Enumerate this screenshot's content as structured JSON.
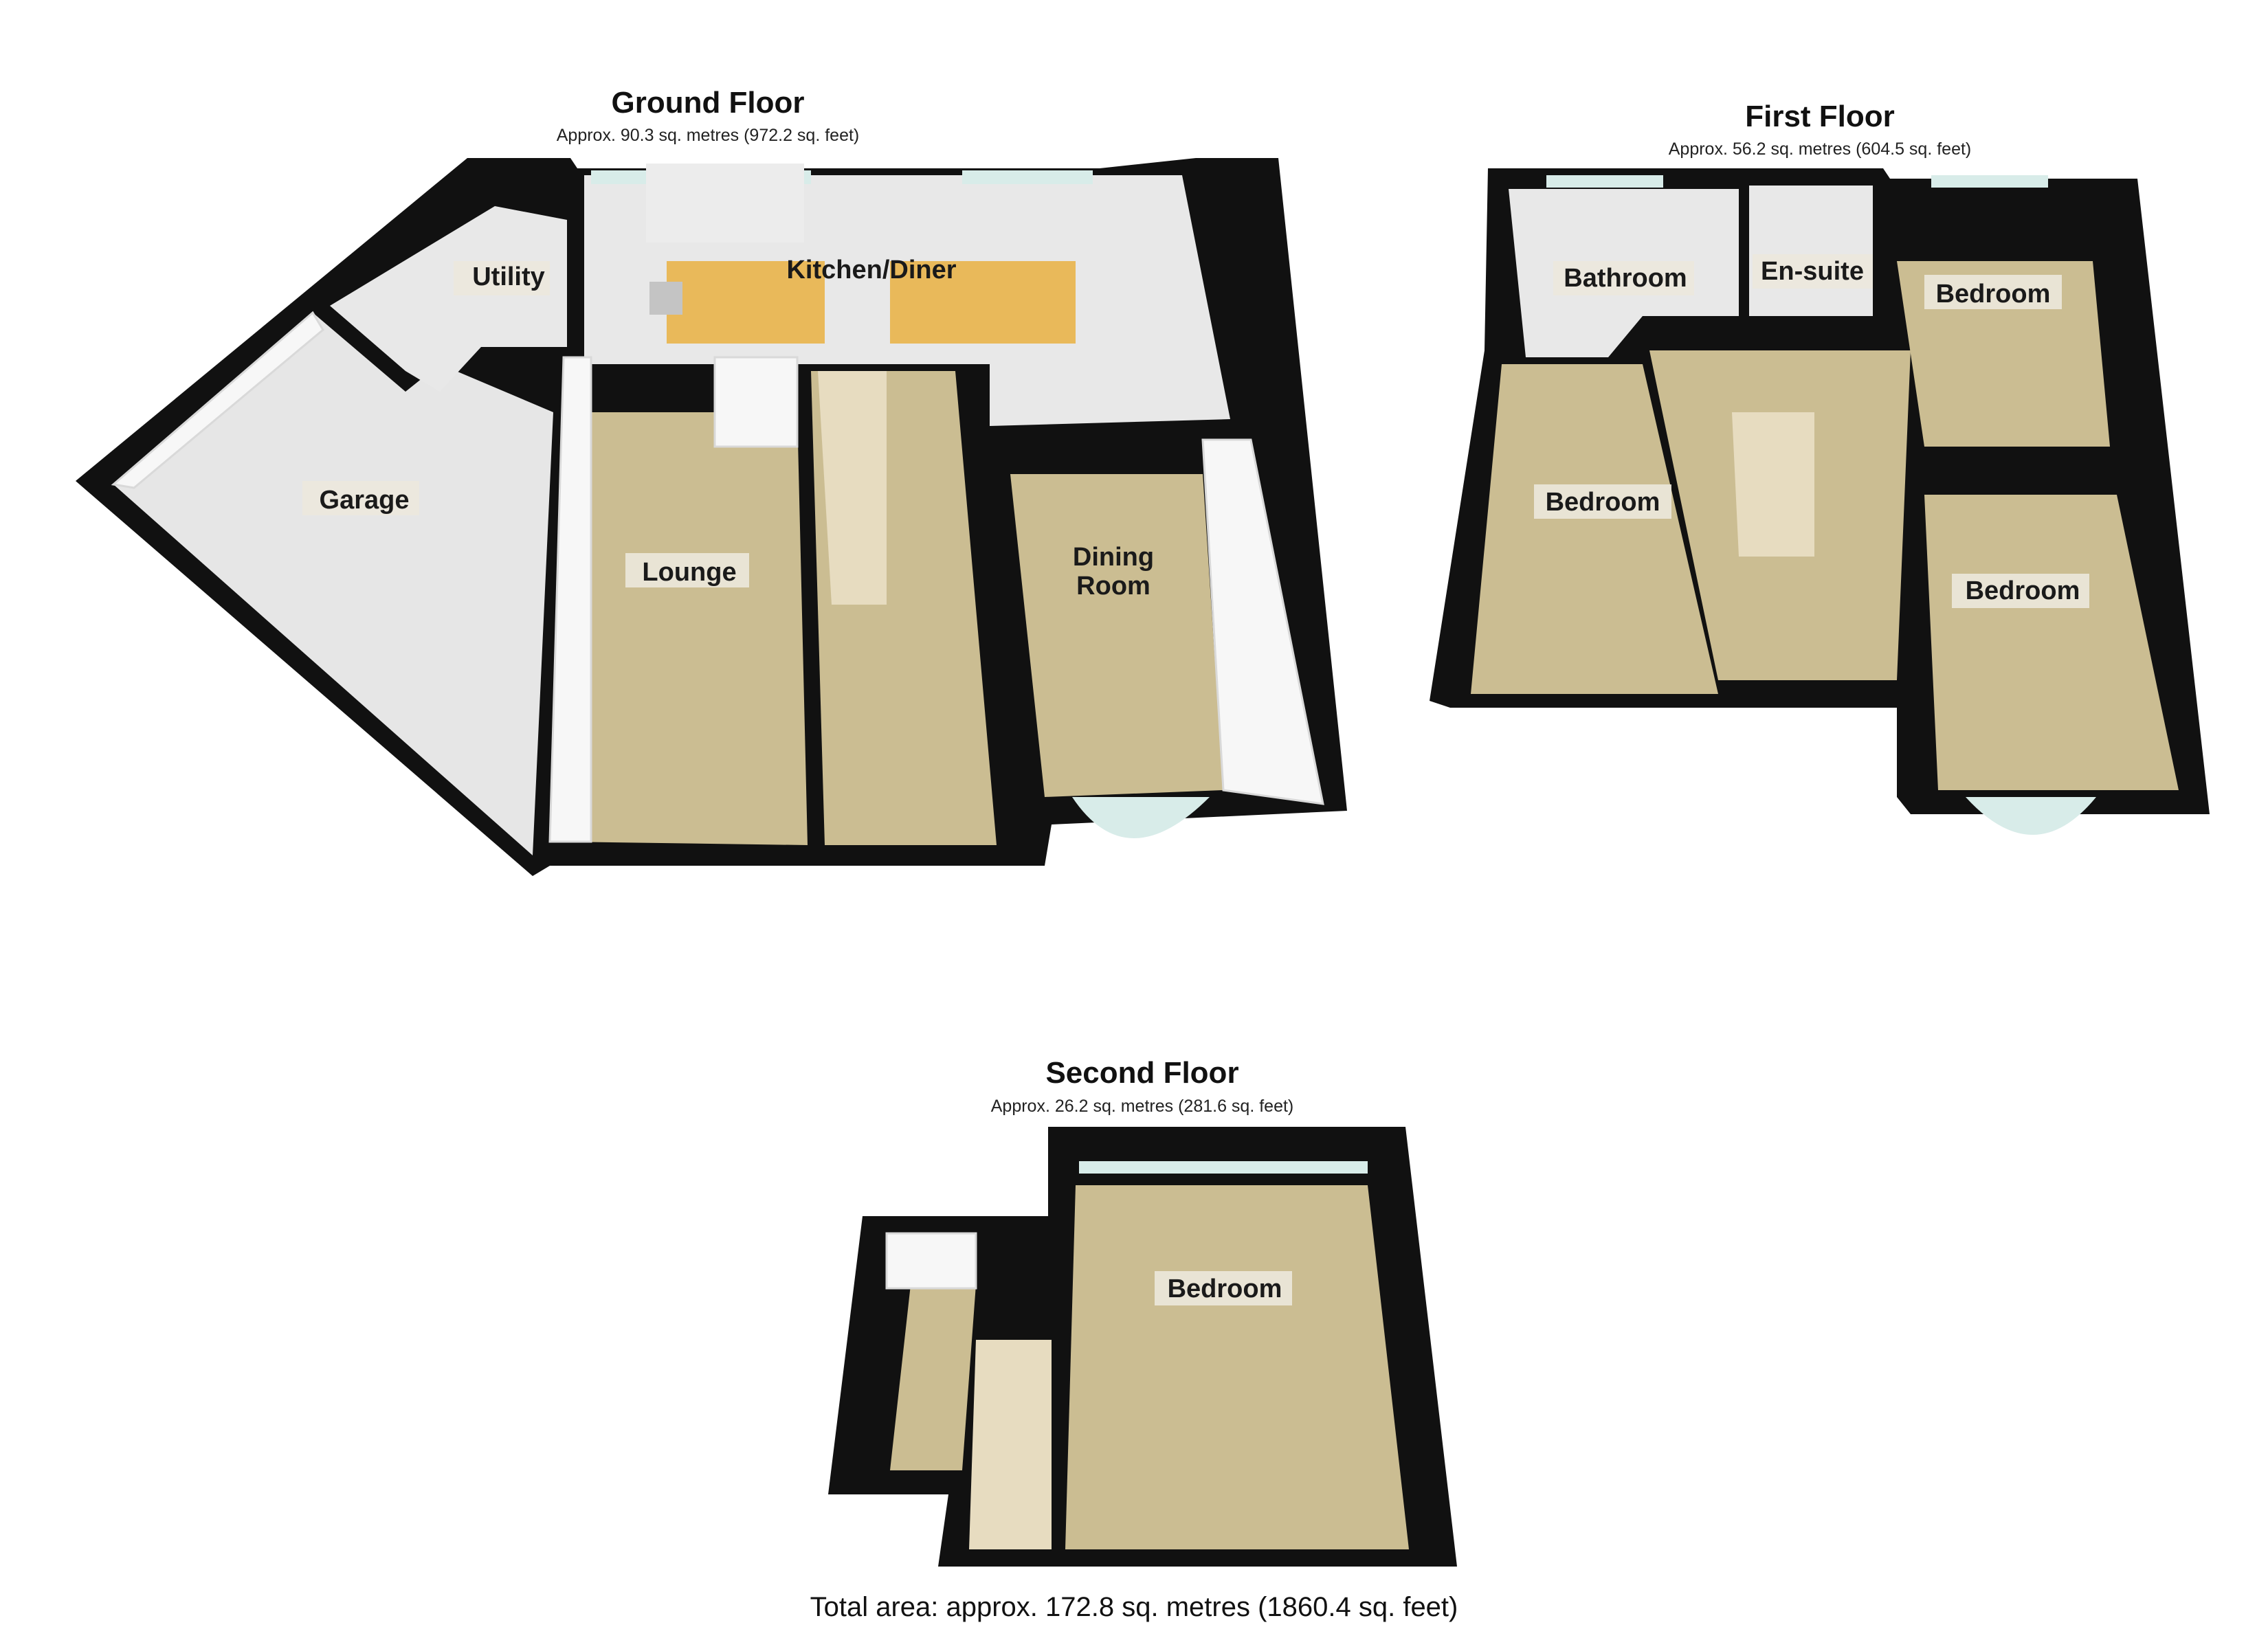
{
  "floors": {
    "ground": {
      "title": "Ground Floor",
      "area": "Approx. 90.3 sq. metres (972.2 sq. feet)",
      "rooms": {
        "utility": "Utility",
        "kitchen_diner": "Kitchen/Diner",
        "garage": "Garage",
        "lounge": "Lounge",
        "dining_room_line1": "Dining",
        "dining_room_line2": "Room"
      }
    },
    "first": {
      "title": "First Floor",
      "area": "Approx. 56.2 sq. metres (604.5 sq. feet)",
      "rooms": {
        "bathroom": "Bathroom",
        "ensuite": "En-suite",
        "bedroom_front_left": "Bedroom",
        "bedroom_rear_right": "Bedroom",
        "bedroom_front_right": "Bedroom"
      }
    },
    "second": {
      "title": "Second Floor",
      "area": "Approx. 26.2 sq. metres (281.6 sq. feet)",
      "rooms": {
        "bedroom": "Bedroom"
      }
    }
  },
  "total_area": "Total area: approx. 172.8 sq. metres (1860.4 sq. feet)",
  "colors": {
    "wall": "#111111",
    "carpet": "#cbbd92",
    "tile": "#e8e8e8",
    "worktop": "#e9b95a",
    "window": "#d8ece9"
  }
}
